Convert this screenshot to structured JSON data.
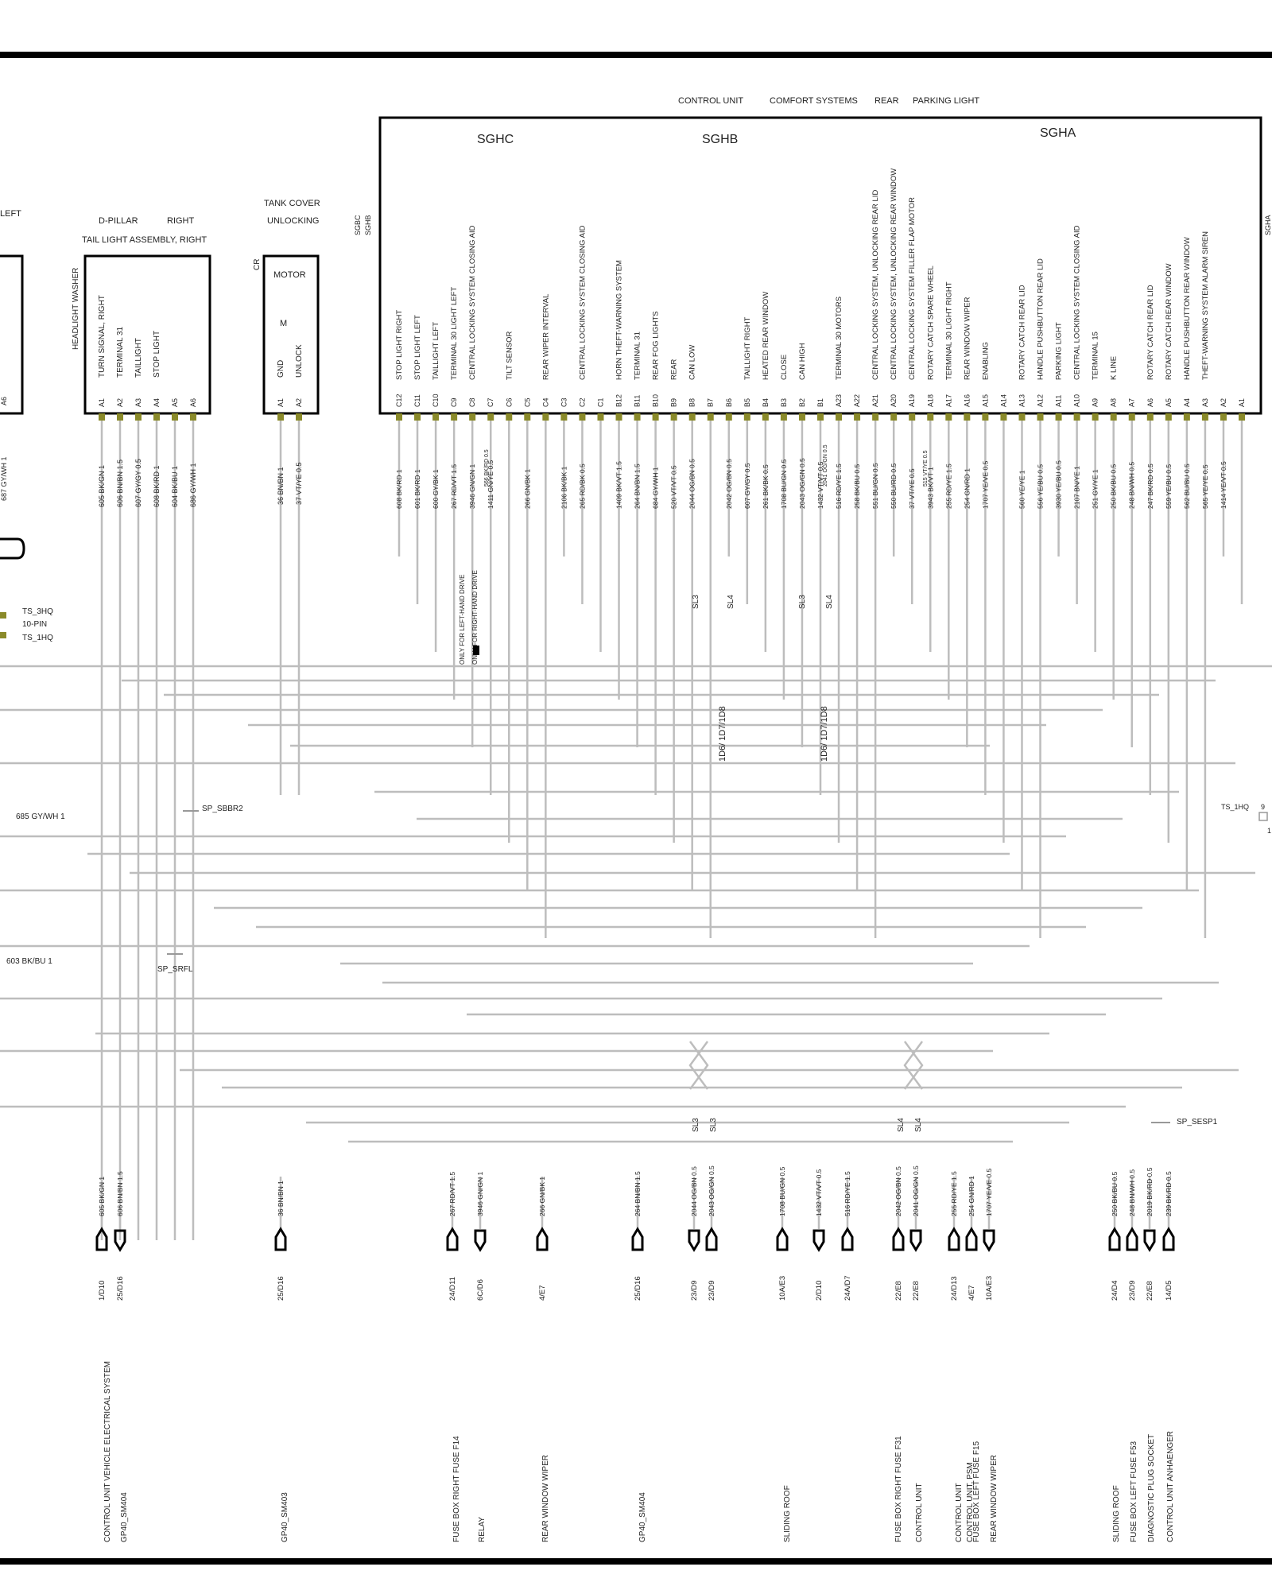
{
  "header_labels": {
    "control_unit": "CONTROL UNIT",
    "comfort_systems": "COMFORT SYSTEMS",
    "rear": "REAR",
    "parking_light": "PARKING LIGHT",
    "sghc": "SGHC",
    "sghb": "SGHB",
    "sgha": "SGHA",
    "sgbc": "SGBC",
    "sghb_side": "SGHB",
    "sgha_side": "SGHA"
  },
  "left_partial": {
    "top_label": "LEFT",
    "headlight_washer": "HEADLIGHT WASHER",
    "pin_label": "A6",
    "wire_label": "687 GY/WH 1",
    "ts_labels": [
      "TS_3HQ",
      "10-PIN",
      "TS_1HQ"
    ],
    "wire_685": "685 GY/WH 1",
    "wire_603": "603 BK/BU 1"
  },
  "tail_light": {
    "title_a": "D-PILLAR",
    "title_b": "RIGHT",
    "title_c": "TAIL LIGHT ASSEMBLY, RIGHT",
    "functions": [
      "TURN SIGNAL, RIGHT",
      "TERMINAL 31",
      "TAILLIGHT",
      "STOP LIGHT",
      "",
      ""
    ],
    "pins": [
      "A1",
      "A2",
      "A3",
      "A4",
      "A5",
      "A6"
    ],
    "wires": [
      "605 BK/GN 1",
      "606 BN/BN 1.5",
      "607 GY/GY 0.5",
      "608 BK/RD 1",
      "604 BK/BU 1",
      "686 GY/WH 1"
    ]
  },
  "tank_cover": {
    "title_a": "TANK COVER",
    "title_b": "UNLOCKING",
    "cr": "CR",
    "motor": "MOTOR",
    "m": "M",
    "functions": [
      "GND",
      "UNLOCK"
    ],
    "pins": [
      "A1",
      "A2"
    ],
    "wires": [
      "36 BN/BN 1",
      "37 VT/YE 0.5"
    ]
  },
  "main_unit": {
    "functions": [
      "STOP LIGHT   RIGHT",
      "STOP LIGHT   LEFT",
      "TAILLIGHT   LEFT",
      "TERMINAL 30   LIGHT   LEFT",
      "CENTRAL LOCKING SYSTEM   CLOSING AID",
      "",
      "TILT SENSOR",
      "",
      "REAR WIPER INTERVAL",
      "",
      "CENTRAL LOCKING SYSTEM   CLOSING AID",
      "",
      "HORN   THEFT-WARNING SYSTEM",
      "TERMINAL 31",
      "REAR FOG LIGHTS",
      "REAR",
      "CAN LOW",
      "",
      "",
      "TAILLIGHT   RIGHT",
      "HEATED REAR WINDOW",
      "CLOSE",
      "CAN HIGH",
      "",
      "TERMINAL 30   MOTORS",
      "",
      "CENTRAL LOCKING SYSTEM, UNLOCKING   REAR LID",
      "CENTRAL LOCKING SYSTEM, UNLOCKING REAR WINDOW",
      "CENTRAL LOCKING SYSTEM   FILLER FLAP MOTOR",
      "ROTARY CATCH SPARE WHEEL",
      "TERMINAL 30   LIGHT   RIGHT",
      "REAR WINDOW WIPER",
      "ENABLING",
      "",
      "ROTARY CATCH REAR LID",
      "HANDLE PUSHBUTTON   REAR LID",
      "PARKING LIGHT",
      "CENTRAL LOCKING SYSTEM   CLOSING AID",
      "TERMINAL 15",
      "K LINE",
      "",
      "ROTARY CATCH REAR LID",
      "ROTARY CATCH REAR WINDOW",
      "HANDLE PUSHBUTTON   REAR WINDOW",
      "THEFT-WARNING SYSTEM   ALARM SIREN",
      ""
    ],
    "pins": [
      "C12",
      "C11",
      "C10",
      "C9",
      "C8",
      "C7",
      "C6",
      "C5",
      "C4",
      "C3",
      "C2",
      "C1",
      "B12",
      "B11",
      "B10",
      "B9",
      "B8",
      "B7",
      "B6",
      "B5",
      "B4",
      "B3",
      "B2",
      "B1",
      "A23",
      "A22",
      "A21",
      "A20",
      "A19",
      "A18",
      "A17",
      "A16",
      "A15",
      "A14",
      "A13",
      "A12",
      "A11",
      "A10",
      "A9",
      "A8",
      "A7",
      "A6",
      "A5",
      "A4",
      "A3",
      "A2",
      "A1"
    ],
    "wires": [
      "608 BK/RD 1",
      "601 BK/RD 1",
      "600 GY/BK 1",
      "267 RD/VT 1.5",
      "3946 GN/GN 1",
      "1411 GN/YE 0.5",
      "",
      "266 GN/BK 1",
      "",
      "2106 BK/BK 1",
      "265 RD/BK 0.5",
      "",
      "1409 BK/VT 1.5",
      "264 BN/BN 1.5",
      "684 GY/WH 1",
      "520 VT/VT 0.5",
      "2044 OG/BN 0.5",
      "",
      "2042 OG/BN 0.5",
      "607 GY/GY 0.5",
      "261 BK/BK 0.5",
      "1708 BU/GN 0.5",
      "2043 OG/GN 0.5",
      "1432 VT/VT 0.5",
      "516 RD/YE 1.5",
      "258 BK/BU 0.5",
      "551 BU/GN 0.5",
      "550 BU/RD 0.5",
      "37 VT/YE 0.5",
      "3943 BK/VT 1",
      "255 RD/YE 1.5",
      "254 GN/RD 1",
      "1707 YE/VE 0.5",
      "",
      "560 YE/YE 1",
      "556 YE/BU 0.5",
      "3930 YE/BU 0.5",
      "2107 BN/YE 1",
      "251 GY/YE 1",
      "250 BK/BU 0.5",
      "248 BN/WH 0.5",
      "247 BK/RD 0.5",
      "559 YE/BU 0.5",
      "562 BU/BU 0.5",
      "565 YE/YE 0.5",
      "1414 YE/VT 0.5",
      ""
    ],
    "extra_wire_labels": [
      "566 BK/RD 0.5",
      "2041 OG/GN 0.5",
      "515 VT/YE 0.5"
    ]
  },
  "annotations": {
    "drive_lhd": "ONLY FOR LEFT-HAND DRIVE",
    "drive_rhd": "ONLY FOR RIGHT-HAND DRIVE",
    "sl3": "SL3",
    "sl4": "SL4",
    "conn_1": "1D6/   1D7/1D8",
    "conn_2": "1D6/   1D7/1D8",
    "sp_sbbr2": "SP_SBBR2",
    "sp_srfl": "SP_SRFL",
    "sp_sesp1": "SP_SESP1",
    "ts_1hq": "TS_1HQ",
    "ts_1hq_pin": "9",
    "ts_1hq_pin2": "1"
  },
  "bottom_connectors": [
    {
      "wire": "605 BK/GN 1",
      "code": "1/D10"
    },
    {
      "wire": "606 BN/BN 1.5",
      "code": "25/D16"
    },
    {
      "wire": "36 BN/BN 1",
      "code": "25/D16"
    },
    {
      "wire": "267 RD/VT 1.5",
      "code": "24/D11"
    },
    {
      "wire": "3946 GN/GN 1",
      "code": "6C/D6"
    },
    {
      "wire": "266 GN/BK 1",
      "code": "4/E7"
    },
    {
      "wire": "264 BN/BN 1.5",
      "code": "25/D16"
    },
    {
      "wire": "2044 OG/BN 0.5",
      "code": "23/D9"
    },
    {
      "wire": "2043 OG/GN 0.5",
      "code": "23/D9"
    },
    {
      "wire": "1708 BU/GN 0.5",
      "code": "10A/E3"
    },
    {
      "wire": "1432 VT/VT 0.5",
      "code": "2/D10"
    },
    {
      "wire": "516 RD/YE 1.5",
      "code": "24A/D7"
    },
    {
      "wire": "2042 OG/BN 0.5",
      "code": "22/E8"
    },
    {
      "wire": "2041 OG/GN 0.5",
      "code": "22/E8"
    },
    {
      "wire": "255 RD/YE 1.5",
      "code": "24/D13"
    },
    {
      "wire": "254 GN/RD 1",
      "code": "4/E7"
    },
    {
      "wire": "1707 YE/VE 0.5",
      "code": "10A/E3"
    },
    {
      "wire": "250 BK/BU 0.5",
      "code": "24/D4"
    },
    {
      "wire": "248 BN/WH 0.5",
      "code": "23/D9"
    },
    {
      "wire": "2019 BK/RD 0.5",
      "code": "22/E8"
    },
    {
      "wire": "239 BK/RD 0.5",
      "code": "14/D5"
    }
  ],
  "bottom_destinations": [
    "CONTROL UNIT   VEHICLE ELECTRICAL SYSTEM",
    "GP40_SM404",
    "GP40_SM403",
    "FUSE BOX   RIGHT   FUSE F14",
    "RELAY",
    "REAR WINDOW WIPER",
    "GP40_SM404",
    "SLIDING ROOF",
    "FUSE BOX   RIGHT   FUSE F31",
    "CONTROL UNIT",
    "CONTROL UNIT",
    "FUSE BOX   LEFT   FUSE F15",
    "REAR WINDOW WIPER",
    "SLIDING ROOF",
    "FUSE BOX   LEFT   FUSE F53",
    "DIAGNOSTIC PLUG SOCKET",
    "CONTROL UNIT   ANHAENGER",
    "CONTROL UNIT, PSM"
  ]
}
